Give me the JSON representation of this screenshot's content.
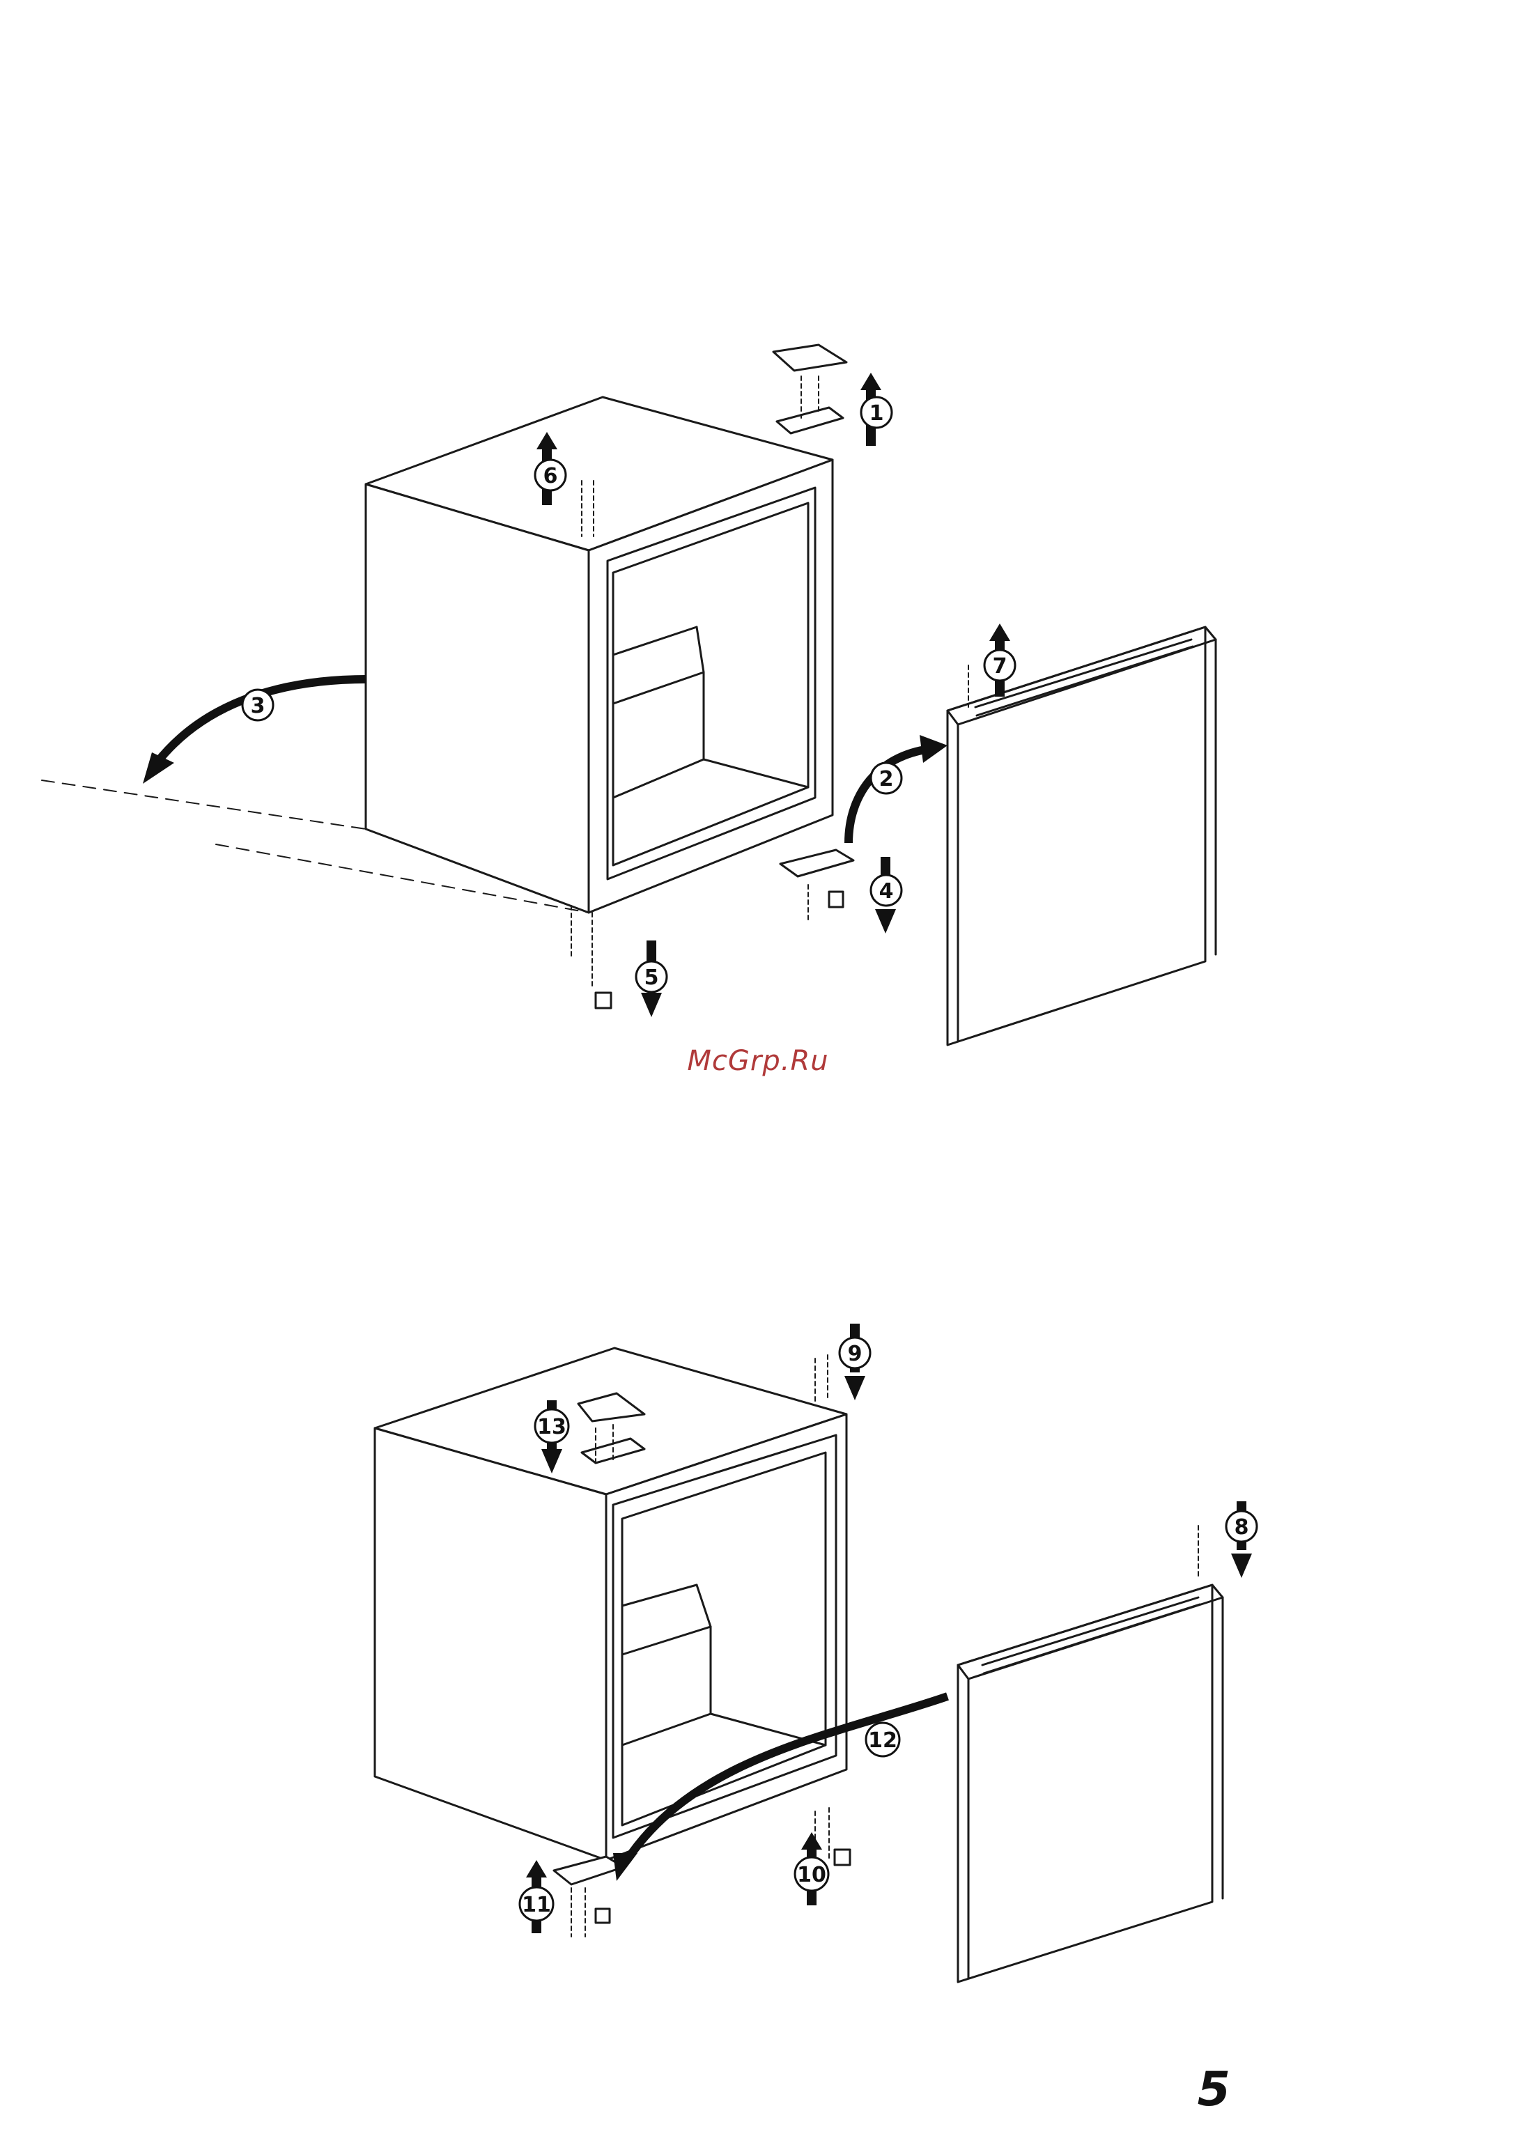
{
  "page": {
    "watermark": "McGrp.Ru",
    "page_number": "5"
  },
  "steps_top": [
    "1",
    "2",
    "3",
    "4",
    "5",
    "6",
    "7"
  ],
  "steps_bottom": [
    "8",
    "9",
    "10",
    "11",
    "12",
    "13"
  ],
  "colors": {
    "line": "#1a1a1a",
    "watermark": "#b03a3a"
  }
}
